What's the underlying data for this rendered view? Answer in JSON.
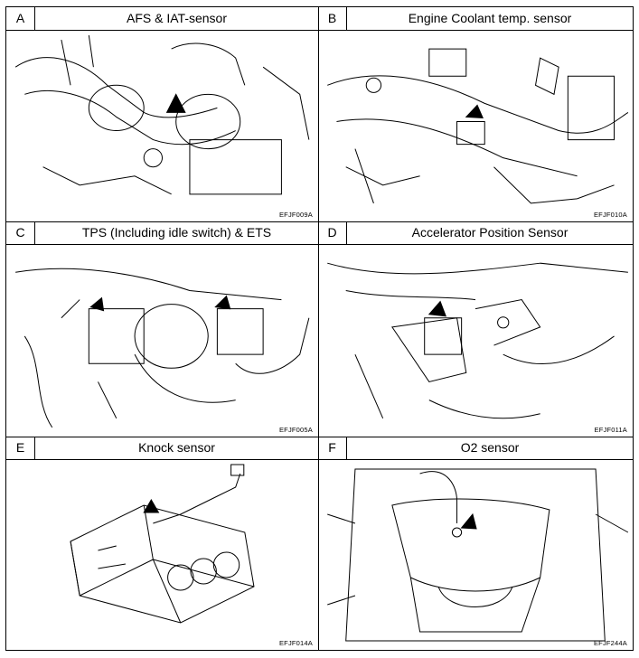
{
  "panels": [
    {
      "letter": "A",
      "title": "AFS & IAT-sensor",
      "code": "EFJF009A",
      "icon": "engine-intake-drawing"
    },
    {
      "letter": "B",
      "title": "Engine Coolant temp.  sensor",
      "code": "EFJF010A",
      "icon": "engine-coolant-drawing"
    },
    {
      "letter": "C",
      "title": "TPS (Including idle switch) & ETS",
      "code": "EFJF005A",
      "icon": "throttle-body-drawing"
    },
    {
      "letter": "D",
      "title": "Accelerator Position Sensor",
      "code": "EFJF011A",
      "icon": "pedal-bracket-drawing"
    },
    {
      "letter": "E",
      "title": "Knock sensor",
      "code": "EFJF014A",
      "icon": "engine-block-drawing"
    },
    {
      "letter": "F",
      "title": "O2 sensor",
      "code": "EFJF244A",
      "icon": "exhaust-manifold-drawing"
    }
  ]
}
